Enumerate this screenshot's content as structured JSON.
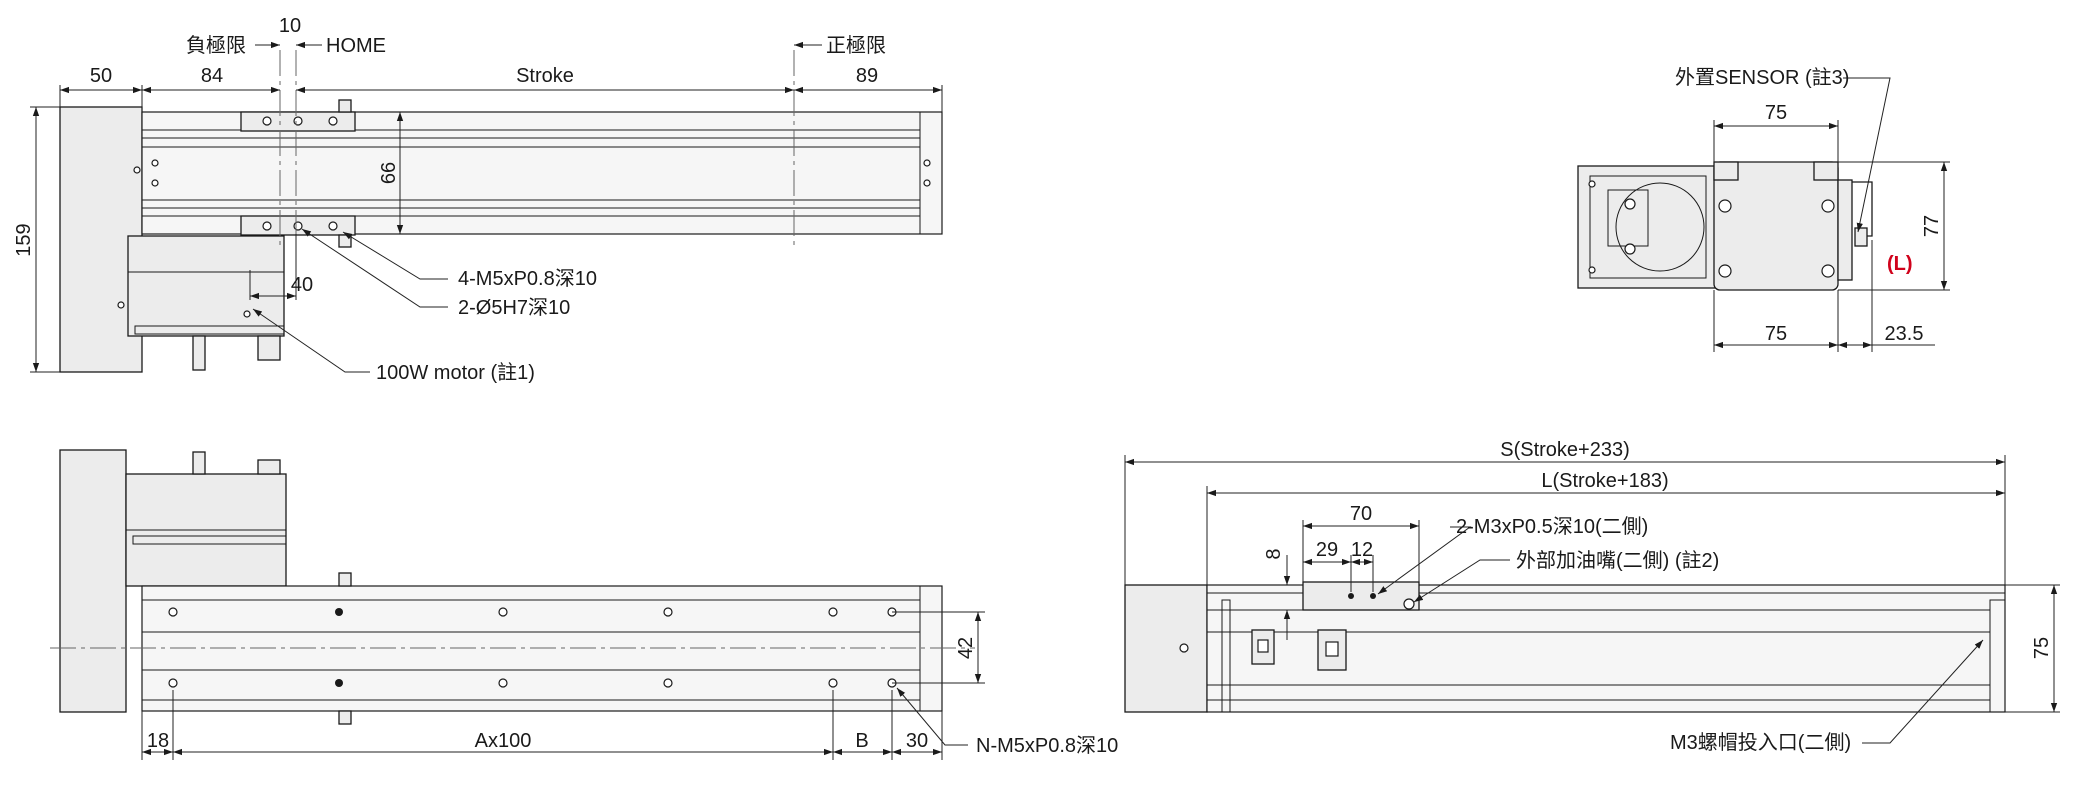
{
  "colors": {
    "line": "#1a1a1a",
    "accent_red": "#d0021b",
    "body_fill": "#ececec"
  },
  "top_view": {
    "dim_50": "50",
    "dim_84": "84",
    "dim_10": "10",
    "neg_limit": "負極限",
    "home": "HOME",
    "stroke": "Stroke",
    "pos_limit": "正極限",
    "dim_89": "89",
    "dim_159": "159",
    "dim_66": "66",
    "dim_40": "40",
    "note_tap": "4-M5xP0.8深10",
    "note_pin": "2-Ø5H7深10",
    "note_motor": "100W motor (註1)"
  },
  "end_view": {
    "sensor_note": "外置SENSOR (註3)",
    "dim_75_top": "75",
    "dim_77": "77",
    "side_L": "(L)",
    "dim_75_bottom": "75",
    "dim_23_5": "23.5"
  },
  "front_view": {
    "dim_42": "42",
    "dim_18": "18",
    "dim_a": "Ax100",
    "dim_b": "B",
    "dim_30": "30",
    "note_holes": "N-M5xP0.8深10"
  },
  "side_view": {
    "dim_s": "S(Stroke+233)",
    "dim_l": "L(Stroke+183)",
    "dim_70": "70",
    "dim_29": "29",
    "dim_12": "12",
    "dim_8": "8",
    "dim_75": "75",
    "note_tap": "2-M3xP0.5深10(二側)",
    "note_grease": "外部加油嘴(二側) (註2)",
    "note_nut": "M3螺帽投入口(二側)"
  }
}
